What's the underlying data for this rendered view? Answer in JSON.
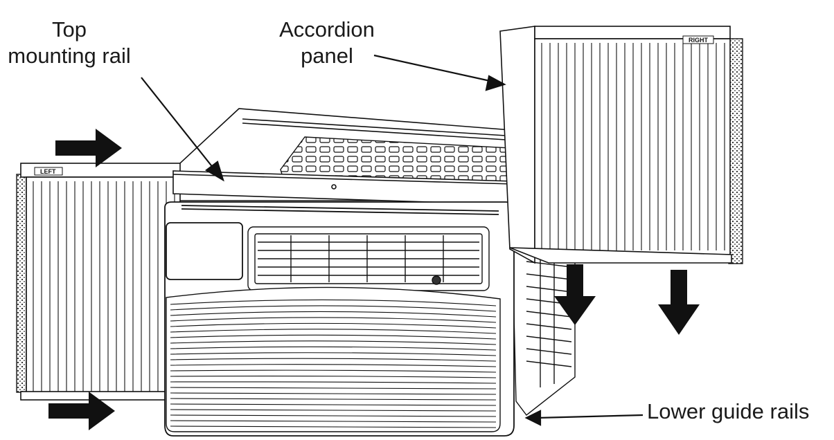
{
  "labels": {
    "top_rail_line1": "Top",
    "top_rail_line2": "mounting rail",
    "accordion_line1": "Accordion",
    "accordion_line2": "panel",
    "lower_rails": "Lower guide rails",
    "left_tag": "LEFT",
    "right_tag": "RIGHT"
  },
  "colors": {
    "line": "#111111",
    "fill": "#ffffff",
    "arrow": "#111111"
  },
  "icons": [
    "arrow-right-icon",
    "arrow-down-icon"
  ]
}
